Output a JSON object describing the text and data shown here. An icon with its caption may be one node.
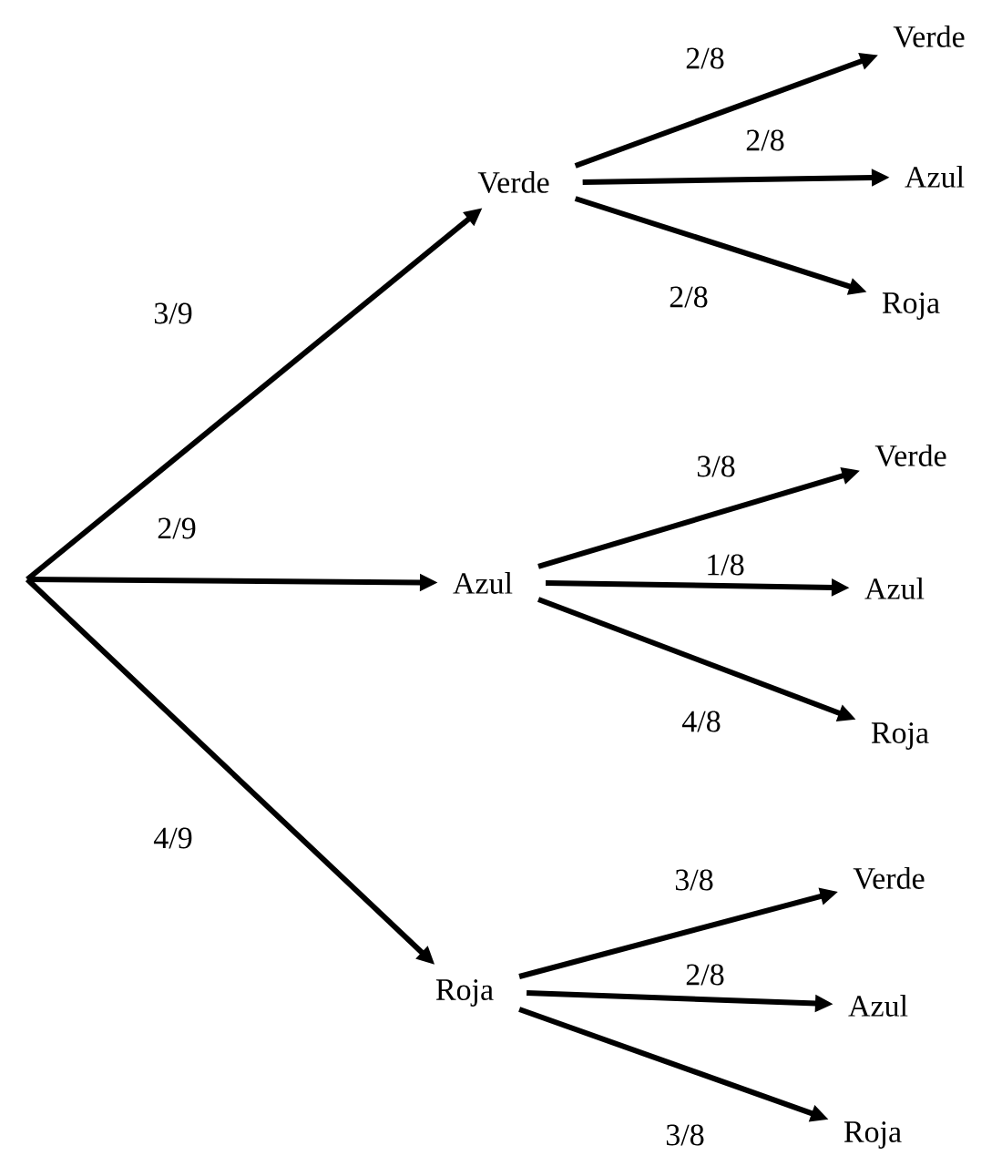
{
  "diagram": {
    "nodes": [
      {
        "text": [
          "Verde"
        ]
      },
      {
        "text": [
          "Verde"
        ]
      },
      {
        "text": [
          "Azul"
        ]
      },
      {
        "text": [
          "Roja"
        ]
      },
      {
        "text": [
          "Azul"
        ]
      },
      {
        "text": [
          "Verde"
        ]
      },
      {
        "text": [
          "Azul"
        ]
      },
      {
        "text": [
          "Roja"
        ]
      },
      {
        "text": [
          "Roja"
        ]
      },
      {
        "text": [
          "Verde"
        ]
      },
      {
        "text": [
          "Azul"
        ]
      },
      {
        "text": [
          "Roja"
        ]
      }
    ],
    "edges": [
      {
        "from": null,
        "to": 0,
        "arrow": "to",
        "label": "3/9"
      },
      {
        "from": null,
        "to": 4,
        "arrow": "to",
        "label": "2/9"
      },
      {
        "from": null,
        "to": 8,
        "arrow": "to",
        "label": "4/9"
      },
      {
        "from": 0,
        "to": 1,
        "arrow": "to",
        "label": "2/8"
      },
      {
        "from": 0,
        "to": 2,
        "arrow": "to",
        "label": "2/8"
      },
      {
        "from": 0,
        "to": 3,
        "arrow": "to",
        "label": "2/8"
      },
      {
        "from": 4,
        "to": 5,
        "arrow": "to",
        "label": "3/8"
      },
      {
        "from": 4,
        "to": 6,
        "arrow": "to",
        "label": "1/8"
      },
      {
        "from": 4,
        "to": 7,
        "arrow": "to",
        "label": "4/8"
      },
      {
        "from": 8,
        "to": 9,
        "arrow": "to",
        "label": "3/8"
      },
      {
        "from": 8,
        "to": 10,
        "arrow": "to",
        "label": "2/8"
      },
      {
        "from": 8,
        "to": 11,
        "arrow": "to",
        "label": "3/8"
      }
    ]
  }
}
